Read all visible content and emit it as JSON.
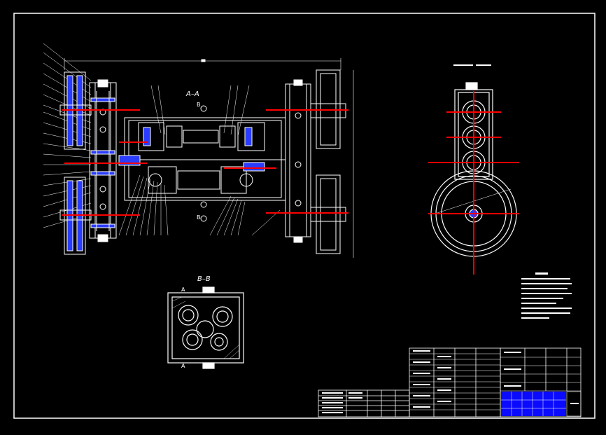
{
  "drawing": {
    "section_a_label": "A–A",
    "section_b_label": "B–B",
    "section_marker_a": "A",
    "section_marker_b": "B",
    "right_view_caption": "",
    "tech_title": "",
    "colors": {
      "background": "#000000",
      "lines": "#ffffff",
      "centerline": "#ff0000",
      "hatch": "#2a3cff",
      "title_block_bg": "#0a0aff"
    }
  }
}
